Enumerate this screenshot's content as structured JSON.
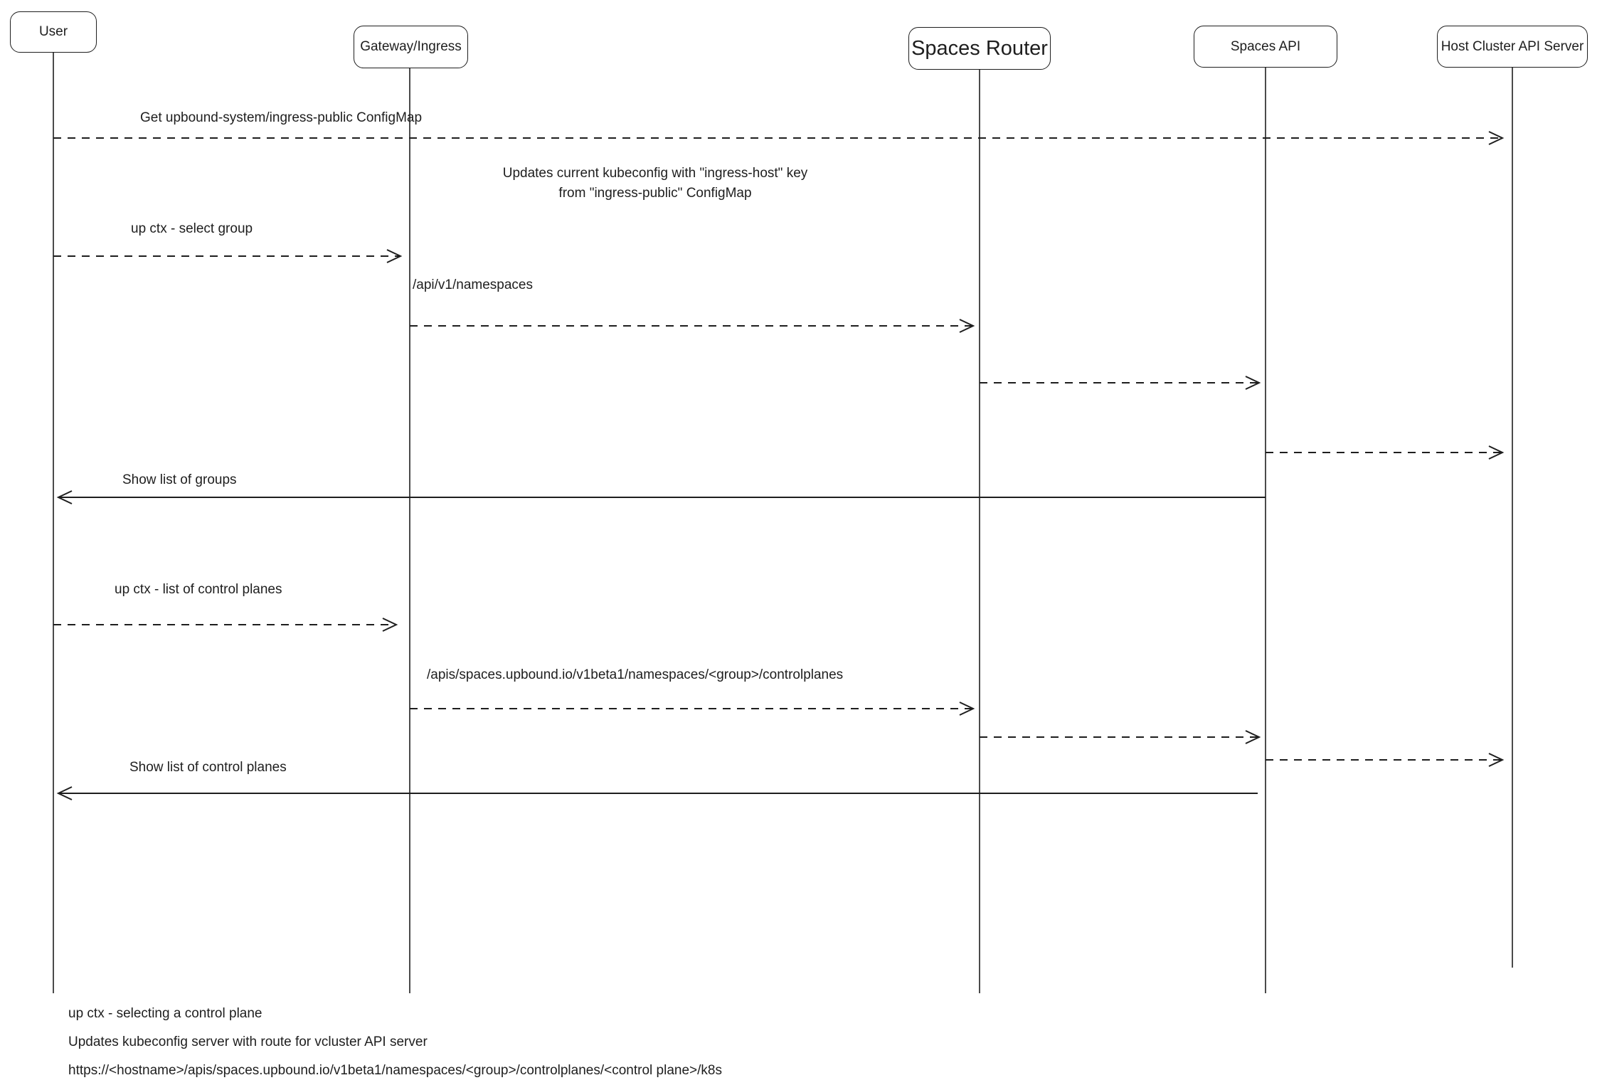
{
  "title": "up ctx sequence diagram",
  "actors": [
    {
      "id": "user",
      "label": "User"
    },
    {
      "id": "gateway",
      "label": "Gateway/Ingress"
    },
    {
      "id": "router",
      "label": "Spaces Router"
    },
    {
      "id": "spaces-api",
      "label": "Spaces API"
    },
    {
      "id": "host",
      "label": "Host Cluster API Server"
    }
  ],
  "messages": {
    "get_configmap": "Get upbound-system/ingress-public ConfigMap",
    "kubeconfig_note": "Updates current kubeconfig with \"ingress-host\" key\nfrom \"ingress-public\" ConfigMap",
    "select_group": "up ctx - select group",
    "api_namespaces": "/api/v1/namespaces",
    "show_groups": "Show list of groups",
    "list_control_planes": "up ctx - list of control planes",
    "apis_controlplanes": "/apis/spaces.upbound.io/v1beta1/namespaces/<group>/controlplanes",
    "show_control_planes": "Show list of control planes"
  },
  "footnotes": [
    "up ctx - selecting a control plane",
    "Updates kubeconfig server with route for vcluster API server",
    "https://<hostname>/apis/spaces.upbound.io/v1beta1/namespaces/<group>/controlplanes/<control plane>/k8s"
  ],
  "colors": {
    "stroke": "#1e1e1e",
    "background": "#ffffff"
  }
}
